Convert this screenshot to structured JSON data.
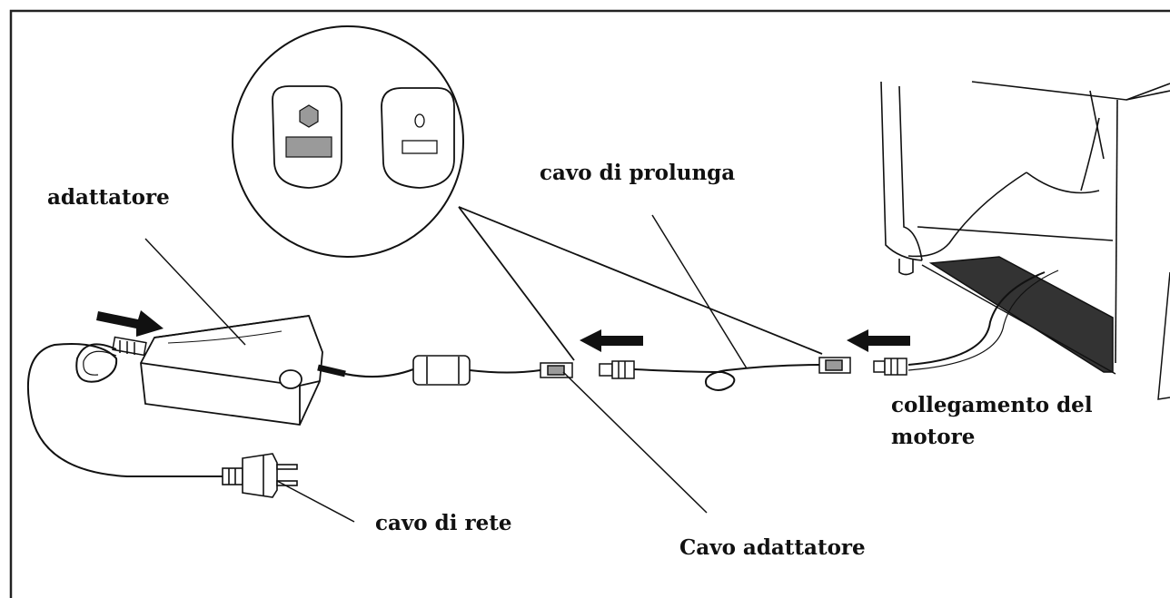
{
  "labels": {
    "adapter": "adattatore",
    "extension_cable": "cavo di prolunga",
    "motor_connection_line1": "collegamento del",
    "motor_connection_line2": "motore",
    "mains_cable": "cavo di rete",
    "adapter_cable": "Cavo adattatore"
  },
  "colors": {
    "ink": "#111111",
    "panel_fill": "#ffffff",
    "connector_gray": "#9a9a9a",
    "floor_dark": "#333333"
  }
}
